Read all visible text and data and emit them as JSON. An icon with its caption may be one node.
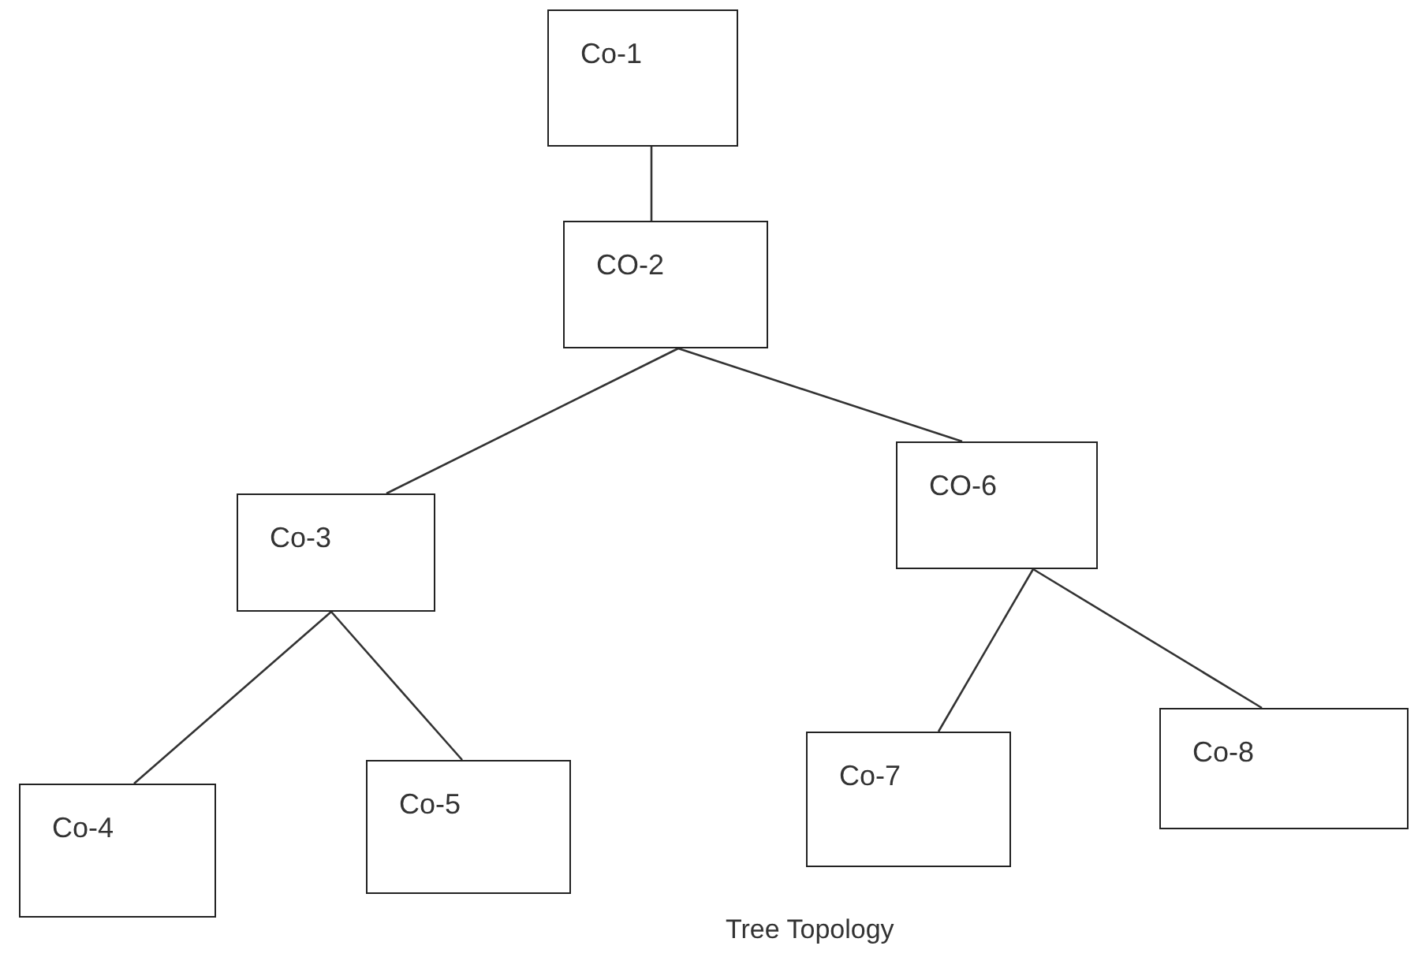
{
  "diagram": {
    "caption": "Tree Topology",
    "nodes": [
      {
        "text": [
          "Co-1"
        ]
      },
      {
        "text": [
          "CO-2"
        ]
      },
      {
        "text": [
          "Co-3"
        ]
      },
      {
        "text": [
          "CO-6"
        ]
      },
      {
        "text": [
          "Co-4"
        ]
      },
      {
        "text": [
          "Co-5"
        ]
      },
      {
        "text": [
          "Co-7"
        ]
      },
      {
        "text": [
          "Co-8"
        ]
      }
    ],
    "edges": [
      {
        "from": 0,
        "to": 1,
        "arrow": "none"
      },
      {
        "from": 1,
        "to": 2,
        "arrow": "none"
      },
      {
        "from": 1,
        "to": 3,
        "arrow": "none"
      },
      {
        "from": 2,
        "to": 4,
        "arrow": "none"
      },
      {
        "from": 2,
        "to": 5,
        "arrow": "none"
      },
      {
        "from": 3,
        "to": 6,
        "arrow": "none"
      },
      {
        "from": 3,
        "to": 7,
        "arrow": "none"
      }
    ]
  }
}
